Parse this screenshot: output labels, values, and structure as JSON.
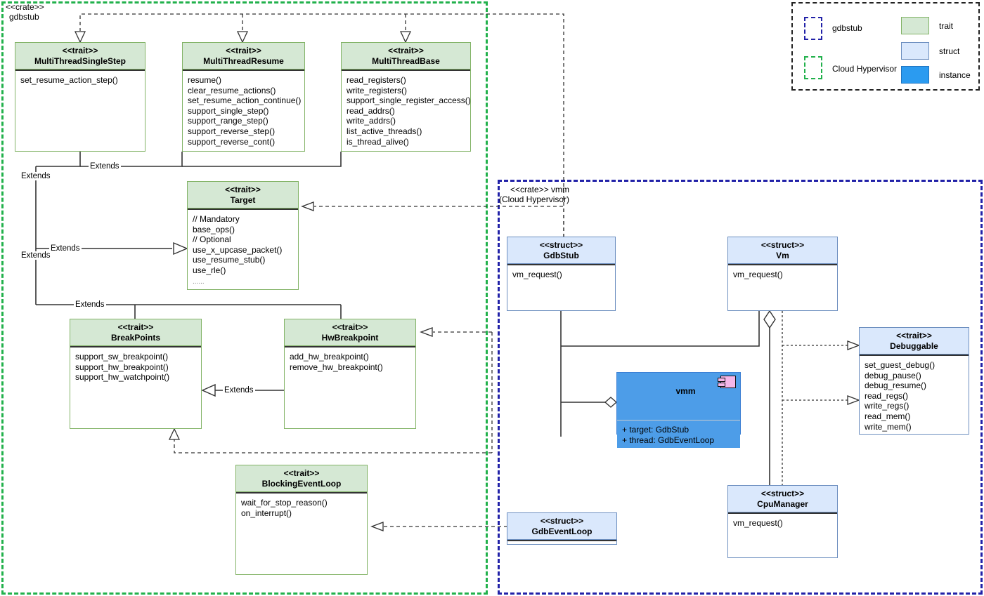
{
  "diagram": {
    "title": "gdbstub / vmm UML class diagram",
    "colors": {
      "trait_fill": "#d5e8d4",
      "trait_stroke": "#82b366",
      "struct_fill": "#dae8fc",
      "struct_stroke": "#6c8ebf",
      "instance_fill": "#4d9de8",
      "instance_stroke": "#3b7fd4",
      "gdbstub_boundary": "#22b14c",
      "vmm_boundary": "#2222a8",
      "edge": "#333333"
    }
  },
  "crates": {
    "gdbstub": {
      "stereotype": "<<crate>>",
      "name": "gdbstub"
    },
    "vmm": {
      "stereotype": "<<crate>> vmm",
      "name": "(Cloud Hypervisor)"
    }
  },
  "legend": {
    "items": [
      {
        "swatch": "dashed-blue-box",
        "label": "gdbstub"
      },
      {
        "swatch": "dashed-green-box",
        "label": "Cloud Hypervisor"
      },
      {
        "swatch": "green-fill-box",
        "label": "trait"
      },
      {
        "swatch": "light-blue-fill-box",
        "label": "struct"
      },
      {
        "swatch": "blue-fill-box",
        "label": "instance"
      }
    ]
  },
  "classes": {
    "multi_thread_single_step": {
      "stereotype": "<<trait>>",
      "name": "MultiThreadSingleStep",
      "members": [
        "set_resume_action_step()"
      ]
    },
    "multi_thread_resume": {
      "stereotype": "<<trait>>",
      "name": "MultiThreadResume",
      "members": [
        "resume()",
        "clear_resume_actions()",
        "set_resume_action_continue()",
        "support_single_step()",
        "support_range_step()",
        "support_reverse_step()",
        "support_reverse_cont()"
      ]
    },
    "multi_thread_base": {
      "stereotype": "<<trait>>",
      "name": "MultiThreadBase",
      "members": [
        "read_registers()",
        "write_registers()",
        "support_single_register_access()",
        "read_addrs()",
        "write_addrs()",
        "list_active_threads()",
        "is_thread_alive()"
      ]
    },
    "target": {
      "stereotype": "<<trait>>",
      "name": "Target",
      "members": [
        "// Mandatory",
        "base_ops()",
        "// Optional",
        "use_x_upcase_packet()",
        "use_resume_stub()",
        "use_rle()",
        "......"
      ]
    },
    "break_points": {
      "stereotype": "<<trait>>",
      "name": "BreakPoints",
      "members": [
        "support_sw_breakpoint()",
        "support_hw_breakpoint()",
        "support_hw_watchpoint()"
      ]
    },
    "hw_breakpoint": {
      "stereotype": "<<trait>>",
      "name": "HwBreakpoint",
      "members": [
        "add_hw_breakpoint()",
        "remove_hw_breakpoint()"
      ]
    },
    "blocking_event_loop": {
      "stereotype": "<<trait>>",
      "name": "BlockingEventLoop",
      "members": [
        "wait_for_stop_reason()",
        "on_interrupt()"
      ]
    },
    "gdb_stub": {
      "stereotype": "<<struct>>",
      "name": "GdbStub",
      "members": [
        "vm_request()"
      ]
    },
    "vm": {
      "stereotype": "<<struct>>",
      "name": "Vm",
      "members": [
        "vm_request()"
      ]
    },
    "vmm_instance": {
      "name": "vmm",
      "icon": "component-icon",
      "members": [
        "+ target: GdbStub",
        "+ thread: GdbEventLoop"
      ]
    },
    "debuggable": {
      "stereotype": "<<trait>>",
      "name": "Debuggable",
      "members": [
        "set_guest_debug()",
        "debug_pause()",
        "debug_resume()",
        "read_regs()",
        "write_regs()",
        "read_mem()",
        "write_mem()"
      ]
    },
    "cpu_manager": {
      "stereotype": "<<struct>>",
      "name": "CpuManager",
      "members": [
        "vm_request()"
      ]
    },
    "gdb_event_loop": {
      "stereotype": "<<struct>>",
      "name": "GdbEventLoop",
      "members": []
    }
  },
  "edges": {
    "extends_label": "Extends",
    "labels": [
      {
        "id": "extends-1",
        "text": "Extends"
      },
      {
        "id": "extends-2",
        "text": "Extends"
      },
      {
        "id": "extends-3",
        "text": "Extends"
      },
      {
        "id": "extends-4",
        "text": "Extends"
      },
      {
        "id": "extends-5",
        "text": "Extends"
      },
      {
        "id": "extends-6",
        "text": "Extends"
      },
      {
        "id": "extends-7",
        "text": "Extends"
      }
    ]
  }
}
